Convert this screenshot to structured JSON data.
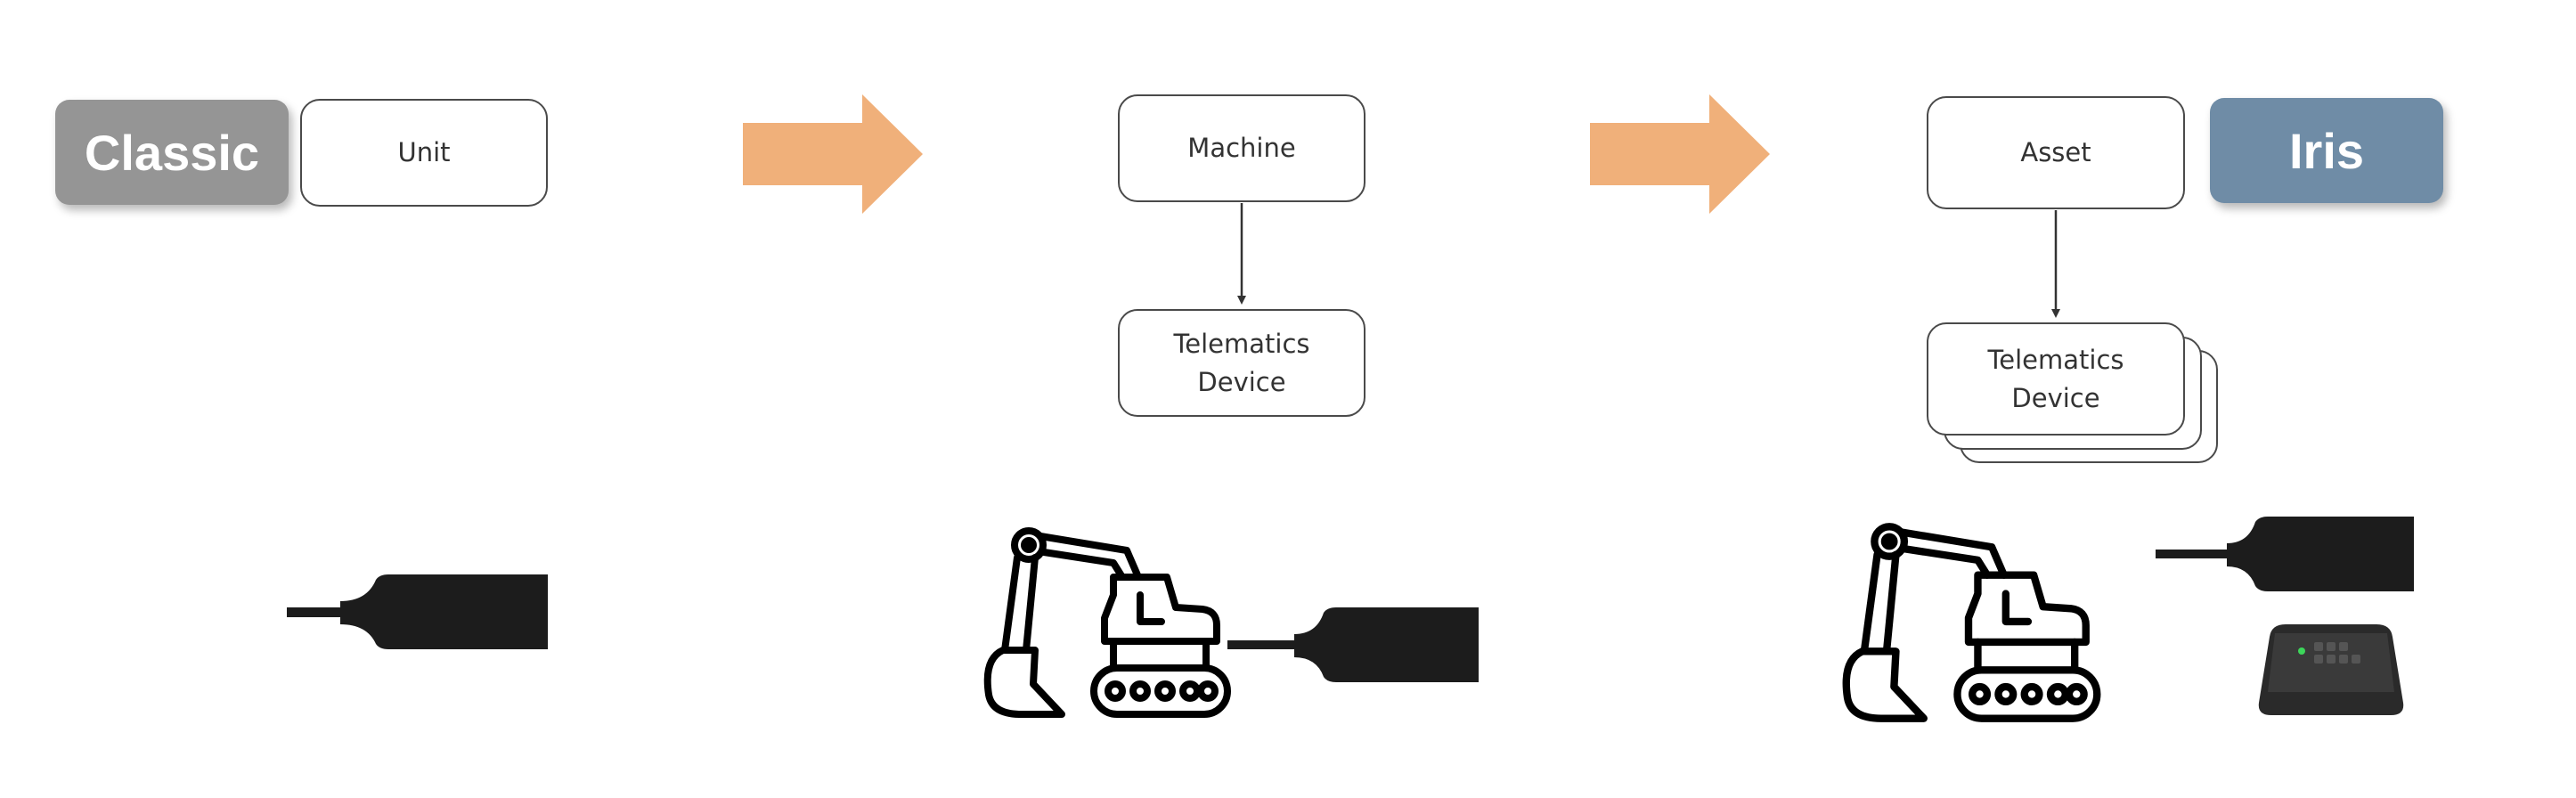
{
  "stages": {
    "classic": {
      "badge": "Classic",
      "entity_label": "Unit"
    },
    "transition": {
      "parent_label": "Machine",
      "child_label_line1": "Telematics",
      "child_label_line2": "Device"
    },
    "iris": {
      "badge": "Iris",
      "parent_label": "Asset",
      "child_label_line1": "Telematics",
      "child_label_line2": "Device"
    }
  },
  "colors": {
    "classic_badge": "#959595",
    "iris_badge": "#6f8ca6",
    "progress_arrow": "#f0b07a",
    "box_border": "#4a4a4a",
    "device_body": "#1c1c1c"
  },
  "icons": [
    "arrow-right-icon",
    "telematics-dongle-icon",
    "excavator-icon",
    "iris-tracker-device-icon"
  ]
}
